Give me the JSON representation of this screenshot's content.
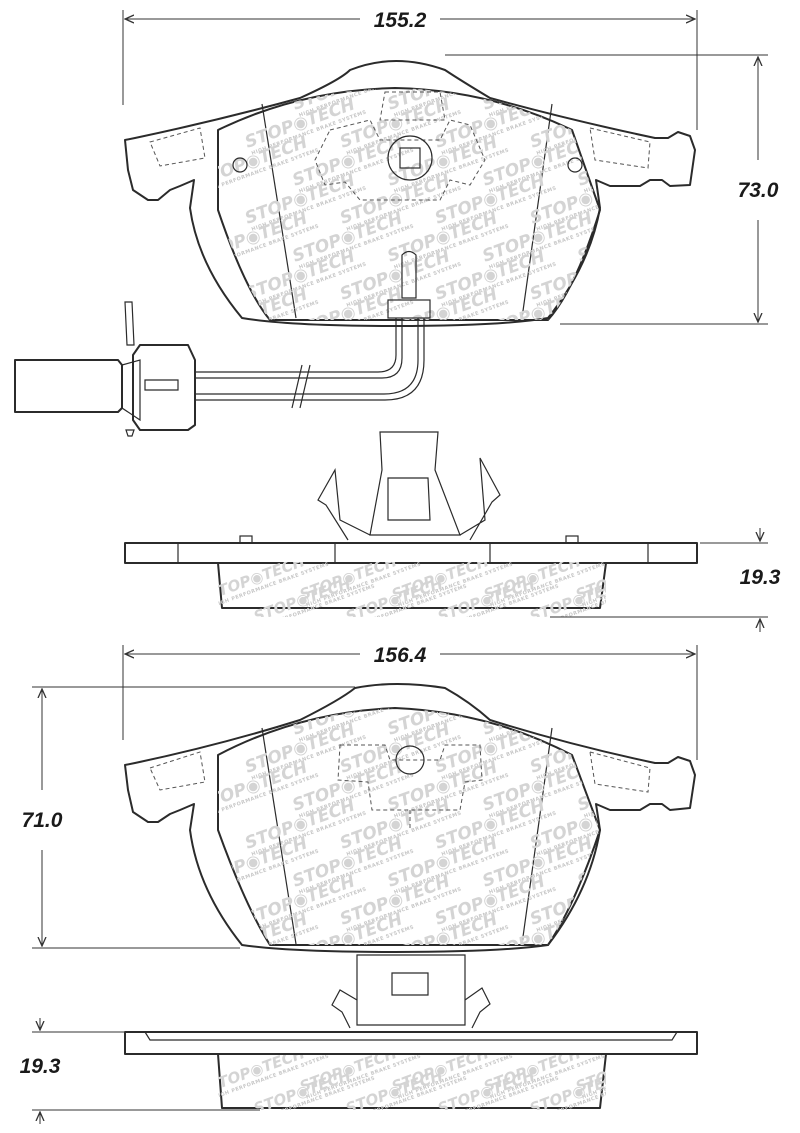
{
  "dimensions": {
    "top_width": "155.2",
    "top_height": "73.0",
    "top_thickness": "19.3",
    "bottom_width": "156.4",
    "bottom_height": "71.0",
    "bottom_thickness": "19.3"
  },
  "watermark": {
    "brand_left": "STOP",
    "brand_right": "TECH",
    "tagline": "HIGH PERFORMANCE BRAKE SYSTEMS"
  },
  "colors": {
    "line": "#2b2b2b",
    "watermark": "#d4d4d4",
    "background": "#ffffff"
  }
}
